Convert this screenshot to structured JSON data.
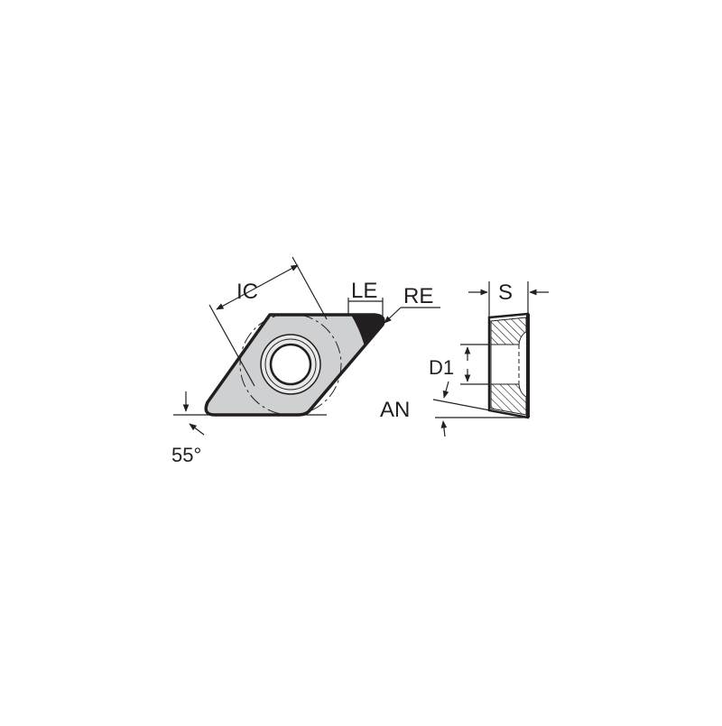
{
  "labels": {
    "ic": "IC",
    "le": "LE",
    "re": "RE",
    "angle": "55°",
    "s": "S",
    "d1": "D1",
    "an": "AN"
  },
  "colors": {
    "outline": "#231f20",
    "insert_fill": "#cfd0d2",
    "edge_fill": "#231f20",
    "background": "#ffffff"
  }
}
